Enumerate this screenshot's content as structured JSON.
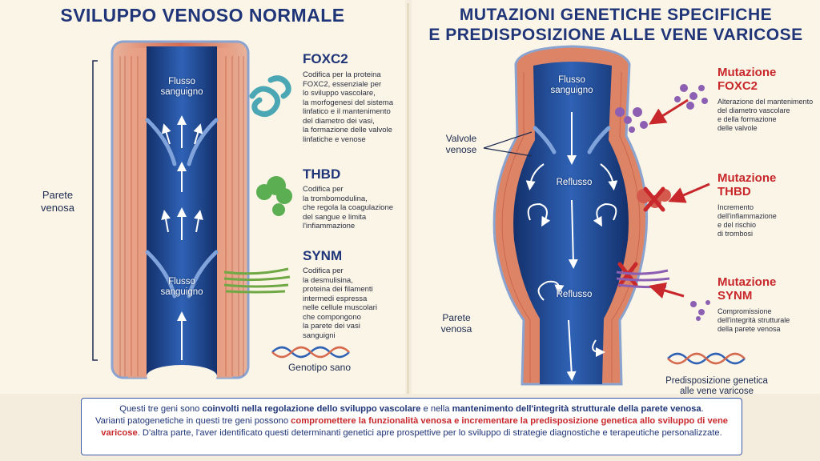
{
  "left": {
    "title": "SVILUPPO VENOSO NORMALE",
    "parete": "Parete\nvenosa",
    "flow_top": "Flusso\nsanguigno",
    "flow_bottom": "Flusso\nsanguigno",
    "genotype": "Genotipo sano",
    "genes": [
      {
        "name": "FOXC2",
        "desc": "Codifica per la proteina\nFOXC2, essenziale per\nlo sviluppo vascolare,\nla morfogenesi del sistema\nlinfatico e il mantenimento\ndel diametro dei vasi,\nla formazione delle valvole\nlinfatiche e venose",
        "color": "#4aa7b3"
      },
      {
        "name": "THBD",
        "desc": "Codifica per\nla trombomodulina,\nche regola la coagulazione\ndel sangue e limita\nl'infiammazione",
        "color": "#5cae52"
      },
      {
        "name": "SYNM",
        "desc": "Codifica per\nla desmulisina,\nproteina dei filamenti\nintermedi espressa\nnelle cellule muscolari\nche compongono\nla parete dei vasi\nsanguigni",
        "color": "#6fa845"
      }
    ]
  },
  "right": {
    "title_line1": "MUTAZIONI GENETICHE SPECIFICHE",
    "title_line2": "E PREDISPOSIZIONE ALLE VENE VARICOSE",
    "flow": "Flusso\nsanguigno",
    "valves": "Valvole\nvenose",
    "reflux_1": "Reflusso",
    "reflux_2": "Reflusso",
    "parete": "Parete\nvenosa",
    "predisposition": "Predisposizione genetica\nalle vene varicose",
    "mutations": [
      {
        "head_1": "Mutazione",
        "head_2": "FOXC2",
        "desc": "Alterazione del mantenimento\ndel diametro vascolare\ne della formazione\ndelle valvole"
      },
      {
        "head_1": "Mutazione",
        "head_2": "THBD",
        "desc": "Incremento\ndell'infiammazione\ne del rischio\ndi trombosi"
      },
      {
        "head_1": "Mutazione",
        "head_2": "SYNM",
        "desc": "Compromissione\ndell'integrità strutturale\ndella parete venosa"
      }
    ]
  },
  "footer": {
    "s1": "Questi tre geni sono ",
    "s2": "coinvolti nella regolazione dello sviluppo vascolare",
    "s3": " e nella ",
    "s4": "mantenimento dell'integrità strutturale della parete venosa",
    "s5": ".",
    "s6": "Varianti patogenetiche in questi tre geni possono ",
    "s7": "compromettere la funzionalità venosa e incrementare la predisposizione genetica allo sviluppo di vene varicose",
    "s8": ". D'altra parte, l'aver identificato questi determinanti genetici apre prospettive per lo sviluppo di strategie diagnostiche e terapeutiche personalizzate."
  },
  "colors": {
    "vessel_blue": "#1f4f9e",
    "wall_red": "#d66a4f",
    "accent_red": "#c8282b",
    "title_blue": "#1f3577"
  }
}
